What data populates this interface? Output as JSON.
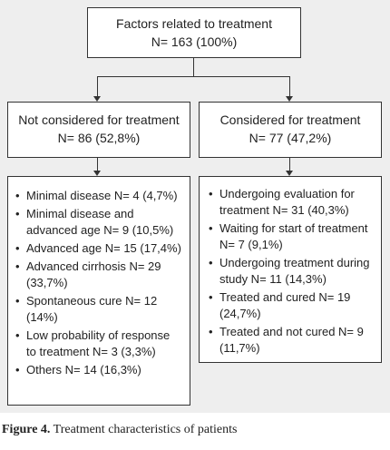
{
  "top": {
    "title": "Factors related to treatment",
    "count": "N= 163 (100%)"
  },
  "left": {
    "title": "Not considered for treatment",
    "count": "N= 86 (52,8%)",
    "items": [
      "Minimal disease N= 4 (4,7%)",
      "Minimal disease and advanced age N= 9 (10,5%)",
      "Advanced age N= 15 (17,4%)",
      "Advanced cirrhosis N= 29 (33,7%)",
      "Spontaneous cure N= 12 (14%)",
      "Low probability of response to treatment N= 3 (3,3%)",
      "Others N= 14 (16,3%)"
    ]
  },
  "right": {
    "title": "Considered for treatment",
    "count": "N= 77 (47,2%)",
    "items": [
      "Undergoing evaluation for treatment N= 31 (40,3%)",
      "Waiting for start of treatment N= 7 (9,1%)",
      "Undergoing treatment during study N= 11 (14,3%)",
      "Treated and cured N= 19 (24,7%)",
      "Treated and not cured N= 9 (11,7%)"
    ]
  },
  "caption": {
    "label": "Figure 4.",
    "text": "Treatment characteristics of patients"
  }
}
